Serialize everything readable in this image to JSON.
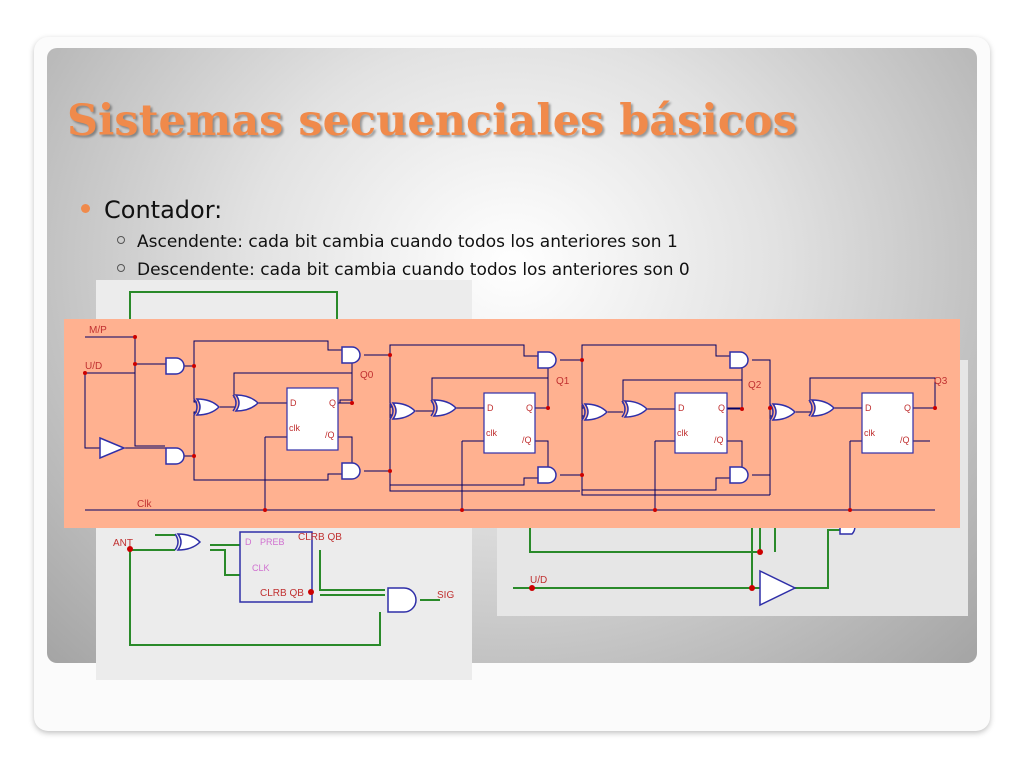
{
  "slide": {
    "title": "Sistemas secuenciales básicos",
    "bullet": "Contador:",
    "subbullets": [
      "Ascendente: cada bit cambia cuando todos los anteriores son 1",
      "Descendente: cada bit cambia cuando todos los anteriores son 0"
    ]
  },
  "schematic": {
    "signals": {
      "mode": "M/P",
      "updown": "U/D",
      "clock": "Clk"
    },
    "outputs": [
      "Q0",
      "Q1",
      "Q2",
      "Q3"
    ],
    "ff_pins": {
      "d": "D",
      "q": "Q",
      "clk": "clk",
      "qn": "/Q"
    },
    "colors": {
      "background": "#ffb190",
      "wire": "#000066",
      "gate": "#2f2fa8",
      "label": "#c03030"
    }
  },
  "background_schematic": {
    "left_labels": {
      "ant": "ANT",
      "sig": "SIG",
      "d": "D",
      "preb": "PREB",
      "clk": "CLK",
      "clrb_qb": "CLRB QB"
    },
    "right_labels": {
      "updown": "U/D"
    }
  }
}
